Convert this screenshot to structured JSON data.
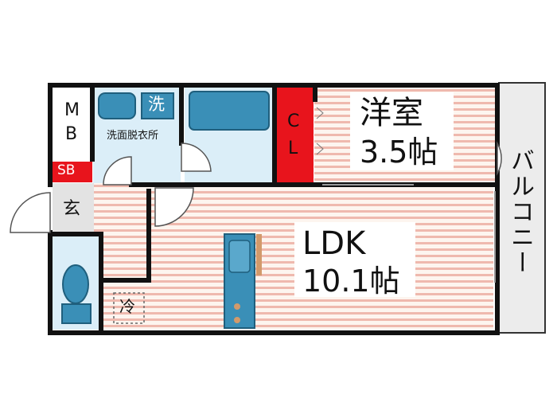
{
  "plan": {
    "colors": {
      "wall": "#111111",
      "wet_area": "#dbeef8",
      "fixture": "#3a8fb7",
      "closet": "#e8141c",
      "stripe": "#efb9ae",
      "floor": "#fdf5ef",
      "balcony": "#ececec",
      "sb_badge": "#e8141c",
      "counter_edge": "#d29a6b"
    },
    "rooms": {
      "western": {
        "name": "洋室",
        "size": "3.5帖"
      },
      "ldk": {
        "name": "LDK",
        "size": "10.1帖"
      },
      "washroom": {
        "name": "洗面脱衣所"
      },
      "balcony": {
        "name": "バルコニー"
      }
    },
    "labels": {
      "mb_top": "M",
      "mb_bottom": "B",
      "sb": "SB",
      "entrance": "玄",
      "washer": "洗",
      "closet_top": "C",
      "closet_bottom": "L",
      "fridge": "冷"
    }
  }
}
